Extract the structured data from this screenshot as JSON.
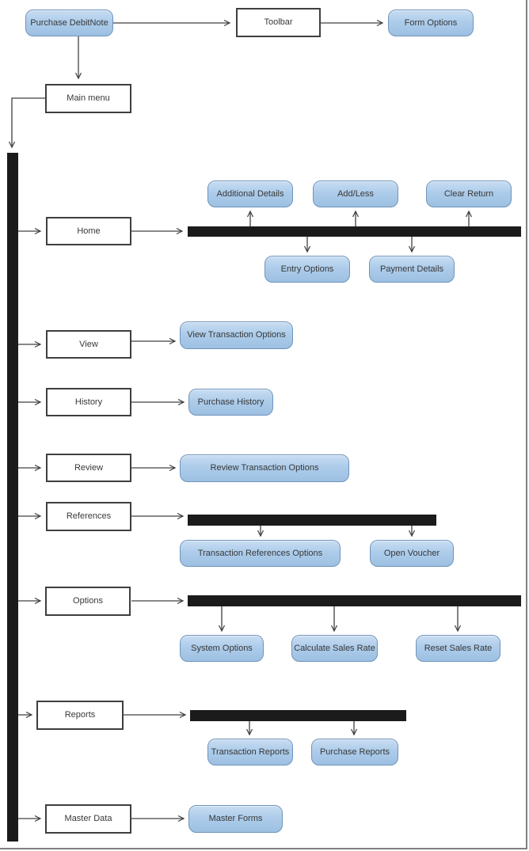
{
  "diagram_title": "Purchase DebitNote menu structure",
  "colors": {
    "node_fill_top": "#c8ddf2",
    "node_fill_bottom": "#9dc0e2",
    "node_border": "#6f94bb",
    "rect_border": "#3f3f3f",
    "junction_bar": "#1b1b1b",
    "connector": "#404040",
    "text": "#383838",
    "page_edge": "#7f7f7f",
    "background": "#ffffff"
  },
  "nodes": {
    "purchase_debit_note": "Purchase DebitNote",
    "toolbar": "Toolbar",
    "form_options": "Form Options",
    "main_menu": "Main menu",
    "home": "Home",
    "additional_details": "Additional Details",
    "add_less": "Add/Less",
    "clear_return": "Clear Return",
    "entry_options": "Entry Options",
    "payment_details": "Payment Details",
    "view": "View",
    "view_transaction_options": "View Transaction Options",
    "history": "History",
    "purchase_history": "Purchase History",
    "review": "Review",
    "review_transaction_options": "Review Transaction Options",
    "references": "References",
    "transaction_references_options": "Transaction References Options",
    "open_voucher": "Open Voucher",
    "options": "Options",
    "system_options": "System Options",
    "calculate_sales_rate": "Calculate Sales Rate",
    "reset_sales_rate": "Reset Sales Rate",
    "reports": "Reports",
    "transaction_reports": "Transaction Reports",
    "purchase_reports": "Purchase Reports",
    "master_data": "Master Data",
    "master_forms": "Master Forms"
  },
  "hierarchy": {
    "root": "Purchase DebitNote",
    "branches": [
      {
        "label": "Toolbar",
        "children": [
          "Form Options"
        ]
      },
      {
        "label": "Main menu",
        "children": [
          "Home",
          "View",
          "History",
          "Review",
          "References",
          "Options",
          "Reports",
          "Master Data"
        ]
      }
    ],
    "menus": [
      {
        "label": "Home",
        "children": [
          "Additional Details",
          "Add/Less",
          "Clear Return",
          "Entry Options",
          "Payment Details"
        ]
      },
      {
        "label": "View",
        "children": [
          "View Transaction Options"
        ]
      },
      {
        "label": "History",
        "children": [
          "Purchase History"
        ]
      },
      {
        "label": "Review",
        "children": [
          "Review Transaction Options"
        ]
      },
      {
        "label": "References",
        "children": [
          "Transaction References Options",
          "Open Voucher"
        ]
      },
      {
        "label": "Options",
        "children": [
          "System Options",
          "Calculate Sales Rate",
          "Reset Sales Rate"
        ]
      },
      {
        "label": "Reports",
        "children": [
          "Transaction Reports",
          "Purchase Reports"
        ]
      },
      {
        "label": "Master Data",
        "children": [
          "Master Forms"
        ]
      }
    ]
  }
}
